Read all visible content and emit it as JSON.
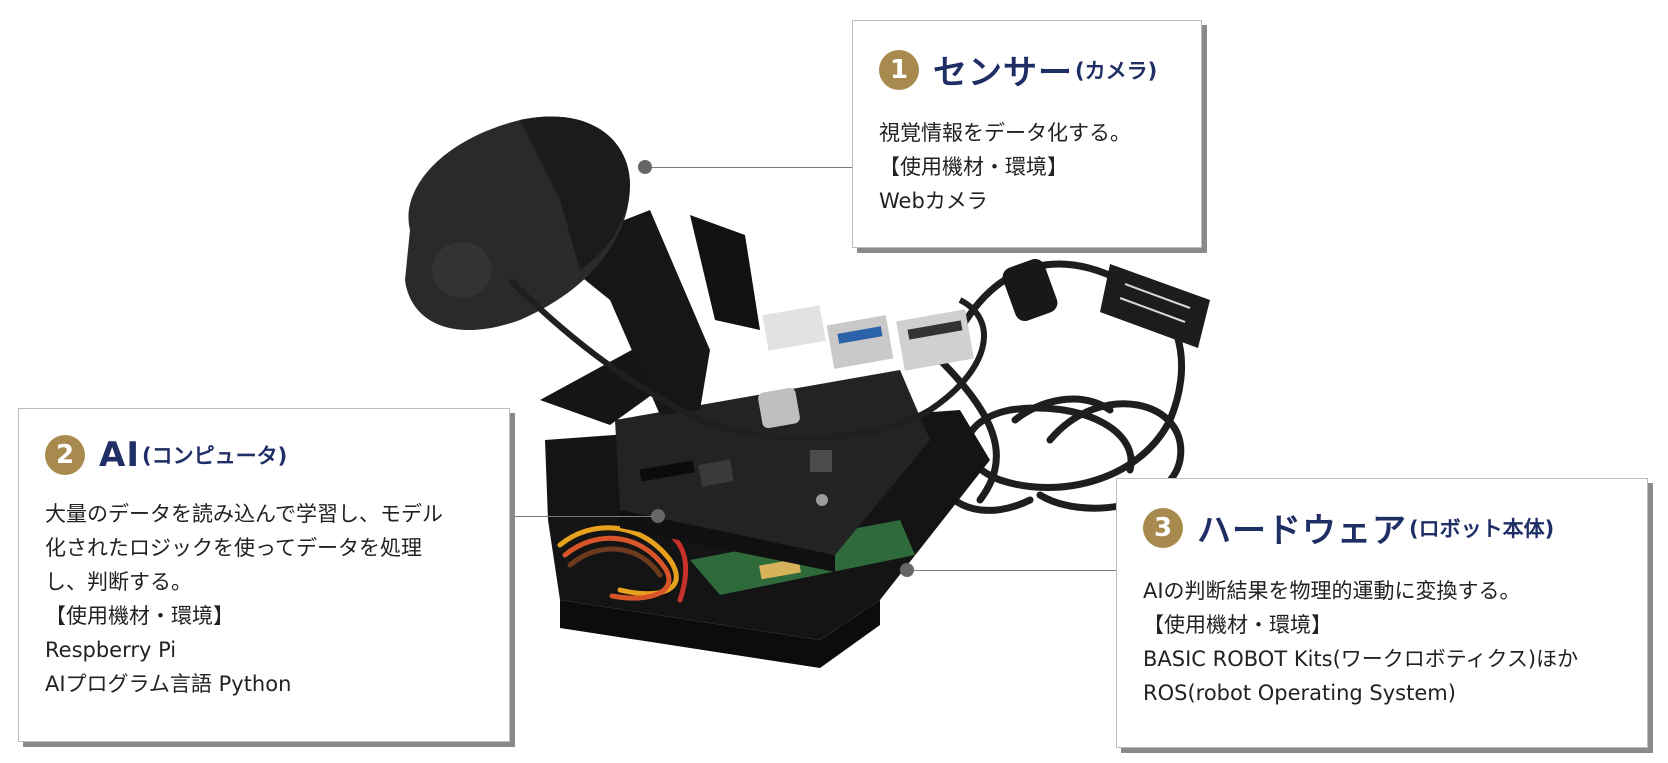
{
  "callouts": {
    "sensor": {
      "number": "1",
      "title": "センサー",
      "subtitle": "(カメラ)",
      "lines": [
        "視覚情報をデータ化する。",
        "【使用機材・環境】",
        "Webカメラ"
      ]
    },
    "ai": {
      "number": "2",
      "title": "AI",
      "subtitle": "(コンピュータ)",
      "lines": [
        "大量のデータを読み込んで学習し、モデル",
        "化されたロジックを使ってデータを処理",
        "し、判断する。",
        "【使用機材・環境】",
        "Respberry Pi",
        "AIプログラム言語 Python"
      ]
    },
    "hardware": {
      "number": "3",
      "title": "ハードウェア",
      "subtitle": "(ロボット本体)",
      "lines": [
        "AIの判断結果を物理的運動に変換する。",
        "【使用機材・環境】",
        "BASIC ROBOT Kits(ワークロボティクス)ほか",
        "ROS(robot Operating System)"
      ]
    }
  },
  "colors": {
    "title": "#1f2f66",
    "badge": "#a88a4e",
    "body_text": "#222222",
    "leader": "#7a7a7a"
  }
}
